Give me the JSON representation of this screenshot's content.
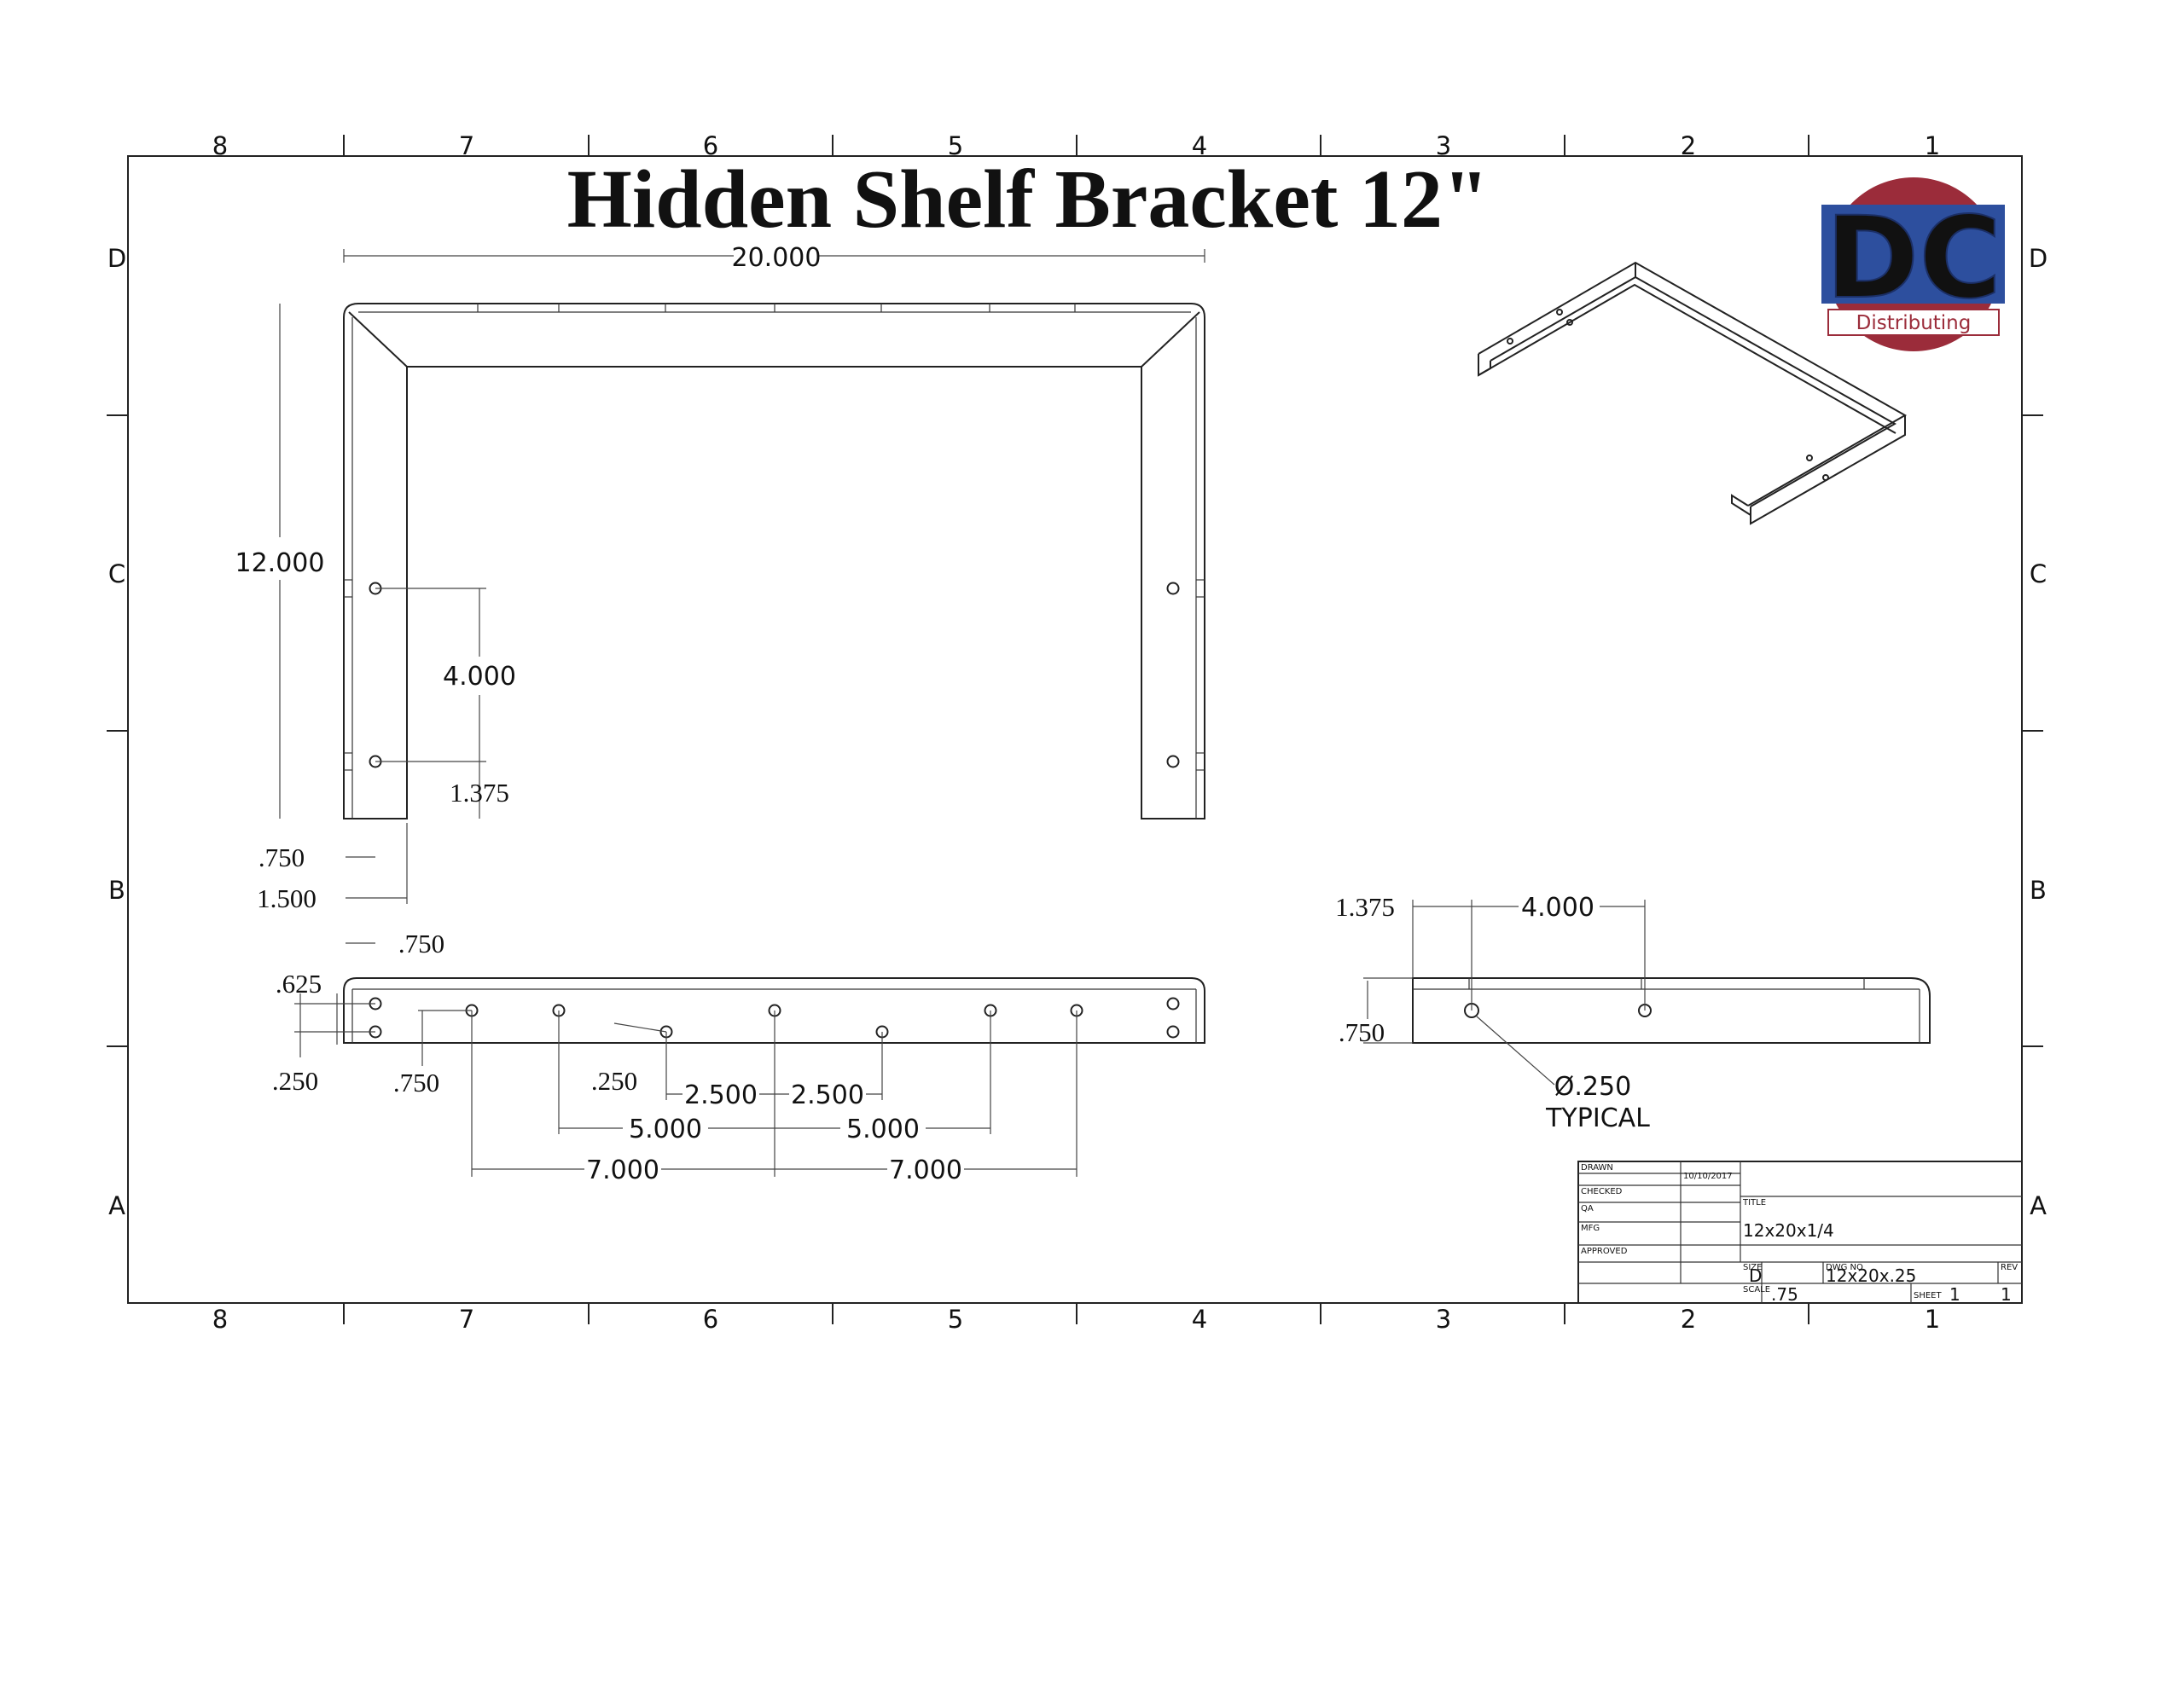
{
  "title": "Hidden Shelf Bracket 12\"",
  "logo": {
    "letters": "DC",
    "caption": "Distributing",
    "circle_color": "#9b2c3a",
    "letter_color": "#2d4f9e"
  },
  "zones": {
    "columns": [
      "8",
      "7",
      "6",
      "5",
      "4",
      "3",
      "2",
      "1"
    ],
    "rows": [
      "D",
      "C",
      "B",
      "A"
    ]
  },
  "dimensions": {
    "top_view": {
      "overall_width": "20.000",
      "overall_height": "12.000",
      "hole_spacing": "4.000",
      "hole_from_bottom": "1.375",
      "flange_inner": ".750",
      "leg_width": "1.500",
      "hole_inset": ".750"
    },
    "front_view": {
      "height": ".625",
      "hole_low": ".250",
      "hole_left": ".750",
      "hole_center": ".250",
      "spacing_a_left": "2.500",
      "spacing_a_right": "2.500",
      "spacing_b_left": "5.000",
      "spacing_b_right": "5.000",
      "spacing_c_left": "7.000",
      "spacing_c_right": "7.000"
    },
    "side_view": {
      "hole_offset": "1.375",
      "hole_spacing": "4.000",
      "flange": ".750",
      "hole_diameter": "Ø.250",
      "note": "TYPICAL"
    }
  },
  "title_block": {
    "drawn_label": "DRAWN",
    "checked_label": "CHECKED",
    "qa_label": "QA",
    "mfg_label": "MFG",
    "approved_label": "APPROVED",
    "date": "10/10/2017",
    "title_label": "TITLE",
    "title_value": "12x20x1/4",
    "size_label": "SIZE",
    "size_value": "D",
    "dwg_label": "DWG NO",
    "dwg_value": "12x20x.25",
    "rev_label": "REV",
    "rev_value": "1",
    "scale_label": "SCALE",
    "scale_value": ".75",
    "sheet_label": "SHEET",
    "sheet_value": "1",
    "sheet_of": "1"
  }
}
